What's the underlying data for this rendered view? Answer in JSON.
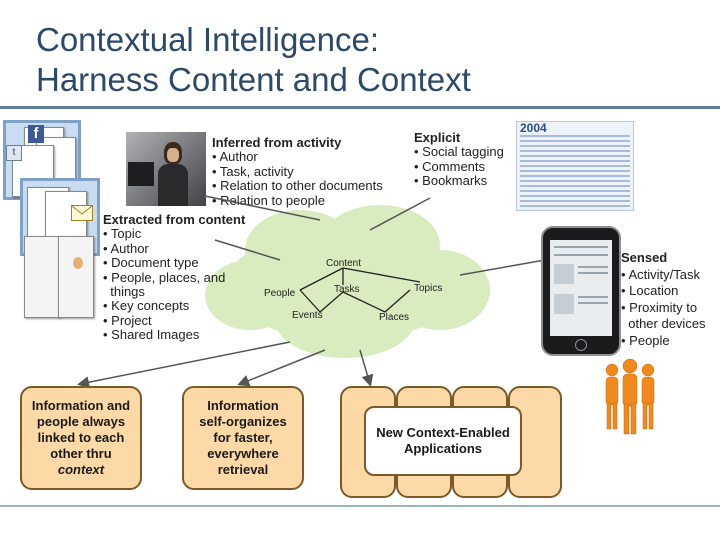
{
  "title": {
    "line1": "Contextual Intelligence:",
    "line2": "Harness Content and Context"
  },
  "inferred": {
    "heading": "Inferred from activity",
    "items": [
      "• Author",
      "• Task, activity",
      "• Relation to other documents",
      "• Relation to people"
    ]
  },
  "explicit": {
    "heading": "Explicit",
    "items": [
      "• Social tagging",
      "• Comments",
      "• Bookmarks"
    ]
  },
  "extracted": {
    "heading": "Extracted from content",
    "items": [
      "• Topic",
      "• Author",
      "• Document type",
      "• People, places, and",
      "  things",
      "• Key concepts",
      "• Project",
      "• Shared Images"
    ]
  },
  "sensed": {
    "heading": "Sensed",
    "items": [
      "• Activity/Task",
      "• Location",
      "• Proximity to",
      "  other devices",
      "• People"
    ]
  },
  "graph": {
    "content": "Content",
    "tasks": "Tasks",
    "topics": "Topics",
    "people": "People",
    "events": "Events",
    "places": "Places"
  },
  "boxes": {
    "box1": [
      "Information and",
      "people always",
      "linked to each",
      "other thru",
      "context"
    ],
    "box2": [
      "Information",
      "self-organizes",
      "for faster,",
      "everywhere",
      "retrieval"
    ],
    "box3": [
      "New Context-Enabled",
      "Applications"
    ]
  },
  "icons": {
    "facebook": "facebook-icon",
    "social": "social-icon",
    "mail": "mail-icon"
  },
  "tag_cloud_year": "2004",
  "colors": {
    "title": "#2b4a6b",
    "box_fill": "#fcd9a6",
    "box_border": "#7a5a28",
    "cloud": "#d9ecbf",
    "people_orange": "#f08a1d"
  }
}
